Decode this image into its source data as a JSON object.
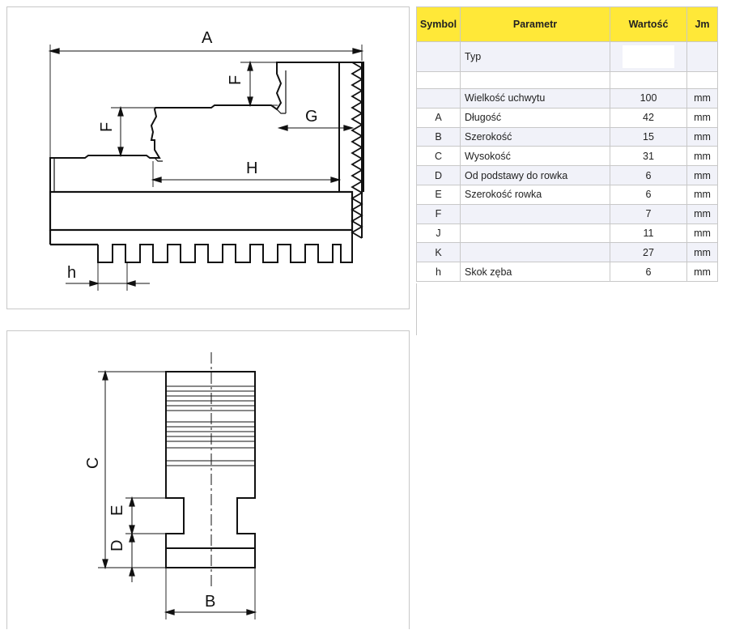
{
  "drawing_top": {
    "labels": {
      "a": "A",
      "f_upper": "F",
      "f_lower": "F",
      "g": "G",
      "h_big": "H",
      "h_small": "h"
    }
  },
  "drawing_bottom": {
    "labels": {
      "c": "C",
      "e": "E",
      "d": "D",
      "b": "B"
    }
  },
  "table": {
    "headers": {
      "symbol": "Symbol",
      "parameter": "Parametr",
      "value": "Wartość",
      "unit": "Jm"
    },
    "rows": [
      {
        "symbol": "A",
        "parameter": "Długość",
        "value": "42",
        "unit": "mm"
      },
      {
        "symbol": "B",
        "parameter": "Szerokość",
        "value": "15",
        "unit": "mm"
      },
      {
        "symbol": "C",
        "parameter": "Wysokość",
        "value": "31",
        "unit": "mm"
      },
      {
        "symbol": "D",
        "parameter": "Od podstawy do rowka",
        "value": "6",
        "unit": "mm"
      },
      {
        "symbol": "E",
        "parameter": "Szerokość rowka",
        "value": "6",
        "unit": "mm"
      },
      {
        "symbol": "F",
        "parameter": "",
        "value": "7",
        "unit": "mm"
      },
      {
        "symbol": "J",
        "parameter": "",
        "value": "11",
        "unit": "mm"
      },
      {
        "symbol": "K",
        "parameter": "",
        "value": "27",
        "unit": "mm"
      },
      {
        "symbol": "h",
        "parameter": "Skok zęba",
        "value": "6",
        "unit": "mm"
      }
    ],
    "typ_label": "Typ",
    "size_label": "Wielkość uchwytu",
    "size_value": "100",
    "size_unit": "mm"
  }
}
